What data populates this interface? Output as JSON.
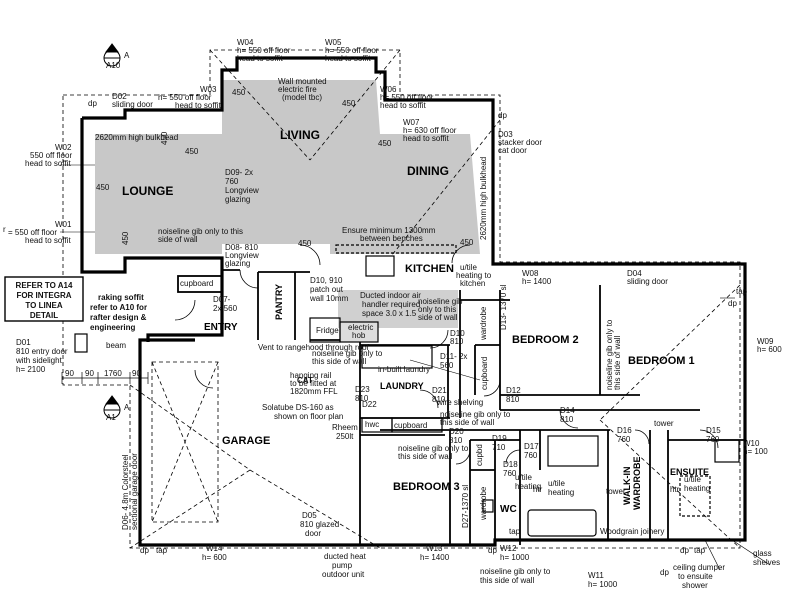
{
  "rooms": {
    "lounge": "LOUNGE",
    "living": "LIVING",
    "dining": "DINING",
    "kitchen": "KITCHEN",
    "bedroom2": "BEDROOM 2",
    "bedroom1": "BEDROOM 1",
    "garage": "GARAGE",
    "bedroom3": "BEDROOM 3",
    "entry": "ENTRY",
    "pantry": "PANTRY",
    "laundry": "LAUNDRY",
    "ensuite": "ENSUITE",
    "walkin1": "WALK-IN",
    "walkin2": "WARDROBE",
    "wc": "WC"
  },
  "windows": {
    "w04": [
      "W04",
      "h= 550 off floor",
      "head to soffit"
    ],
    "w05": [
      "W05",
      "h= 550 off floor",
      "head to soffit"
    ],
    "w03": [
      "W03",
      "h= 550 off floor",
      "head to soffit"
    ],
    "w06": [
      "W06",
      "h= 550 off floor",
      "head to soffit"
    ],
    "w07": [
      "W07",
      "h= 630 off floor",
      "head to soffit"
    ],
    "w02": [
      "W02",
      "550 off floor",
      "head to soffit"
    ],
    "w01": [
      "W01",
      "= 550 off floor",
      "head to soffit"
    ],
    "w08": [
      "W08",
      "h= 1400"
    ],
    "w09": [
      "W09",
      "h= 600"
    ],
    "w10": [
      "W10",
      "h= 100"
    ],
    "w11": [
      "W11",
      "h= 1000"
    ],
    "w12": [
      "W12",
      "h= 1000"
    ],
    "w13": [
      "W13",
      "h= 1400"
    ],
    "w14": [
      "W14",
      "h= 600"
    ]
  },
  "doors": {
    "d02": [
      "D02",
      "sliding door"
    ],
    "d03": [
      "D03",
      "stacker door",
      "cat door"
    ],
    "d04": [
      "D04",
      "sliding door"
    ],
    "d09": [
      "D09- 2x",
      "760",
      "Longview",
      "glazing"
    ],
    "d08": [
      "D08- 810",
      "Longview",
      "glazing"
    ],
    "d07": [
      "D07-",
      "2x 560"
    ],
    "d10": [
      "D10",
      "810"
    ],
    "d11": [
      "D11- 2x",
      "560"
    ],
    "d12": [
      "D12",
      "810"
    ],
    "d13": "D13- 1370 sl",
    "d14": [
      "D14",
      "810"
    ],
    "d15": [
      "D15",
      "760"
    ],
    "d16": [
      "D16",
      "760"
    ],
    "d17": [
      "D17",
      "760"
    ],
    "d18": [
      "D18",
      "760"
    ],
    "d19": [
      "D19",
      "710"
    ],
    "d20": [
      "D20",
      "810"
    ],
    "d21": [
      "D21",
      "810"
    ],
    "d22": "D22",
    "d23": [
      "D23",
      "810"
    ],
    "d05": [
      "D05",
      "810 glazed",
      "door"
    ],
    "d06": [
      "D06- 4.8m Colorsteel",
      "sectional garage door"
    ],
    "d27": "D27-1370 sl",
    "d01": [
      "D01",
      "810 entry door",
      "with sidelight",
      "h= 2100"
    ]
  },
  "notes": {
    "fire": [
      "Wall mounted",
      "electric fire",
      "(model tbc)"
    ],
    "bulkhead_lounge": "2620mm high bulkhead",
    "bulkhead_dining": "2620mm high bulkhead",
    "kitchen_bench": [
      "Ensure minimum 1300mm",
      "between benches"
    ],
    "ducted": [
      "Ducted indoor air",
      "handler required",
      "space 3.0 x 1.5"
    ],
    "hob": [
      "electric",
      "hob"
    ],
    "fridge": "Fridge",
    "pantry_wall": [
      "D10, 910",
      "patch out",
      "wall 10mm"
    ],
    "noiseline_lounge": [
      "noiseline gib only to this",
      "side of wall"
    ],
    "noiseline_kitchen": [
      "noiseline gib",
      "only to this",
      "side of wall"
    ],
    "noiseline_pantry": [
      "noiseline gib only to",
      "this side of wall"
    ],
    "noiseline_b1": [
      "noiseline gib only to",
      "this side of wall"
    ],
    "noiseline_wardrobe": [
      "noiseline gib only to",
      "this side of wall"
    ],
    "noiseline_b3": [
      "noiseline gib only to",
      "this side of wall"
    ],
    "noiseline_bottom": [
      "noiseline gib only to",
      "this side of wall"
    ],
    "uf_kitchen": [
      "u/tile",
      "heating to",
      "kitchen"
    ],
    "uf_ensuite": [
      "u/tile",
      "heating"
    ],
    "uf_bath": [
      "u/tile",
      "heating"
    ],
    "uf_laundry": [
      "u/tile",
      "heating"
    ],
    "refer_box": [
      "REFER TO A14",
      "FOR INTEGRA",
      "TO LINEA",
      "DETAIL"
    ],
    "raking": [
      "raking soffit",
      "refer to A10 for",
      "rafter design &",
      "engineering"
    ],
    "vent": "Vent to rangehood through roof",
    "hanging_rail": [
      "hanging rail",
      "to be fitted at",
      "1820mm FFL"
    ],
    "wire_shelving": "wire shelving",
    "in_built_laundry": "in-built laundry",
    "solatube": [
      "Solatube DS-160 as",
      "shown on floor plan"
    ],
    "rheem": [
      "Rheem",
      "250lt"
    ],
    "hwc": "hwc",
    "cupboard_entry": "cupboard",
    "cupboard_hall": "cupboard",
    "cupboard_b2": "cupboard",
    "cupboard_b3": "cupbd",
    "wardrobe_b2": "wardrobe",
    "wardrobe_b3": "wardrobe",
    "beam": "beam",
    "tower_ensuite": "tower",
    "tower_wardrobe": "tower",
    "woodgrain": "Woodgrain joinery",
    "hrt_ensuite": "htr",
    "hrt_bath": "htr",
    "ducted_heat": [
      "ducted heat",
      "pump",
      "outdoor unit"
    ],
    "ceiling_dumper": [
      "ceiling dumper",
      "to ensuite",
      "shower"
    ],
    "glass_shelves": [
      "glass",
      "shelves"
    ],
    "cat": "CAT",
    "ref_a10": "A10",
    "ref_a1": "A1",
    "tag_a": "A",
    "dp_labels": [
      "dp",
      "dp",
      "dp",
      "dp",
      "dp",
      "dp",
      "dp"
    ],
    "tap_labels": [
      "tap",
      "tap",
      "tap",
      "tap"
    ],
    "dims_450": "450",
    "dim_90": "90",
    "dim_1760": "1760",
    "r_label": "r"
  }
}
